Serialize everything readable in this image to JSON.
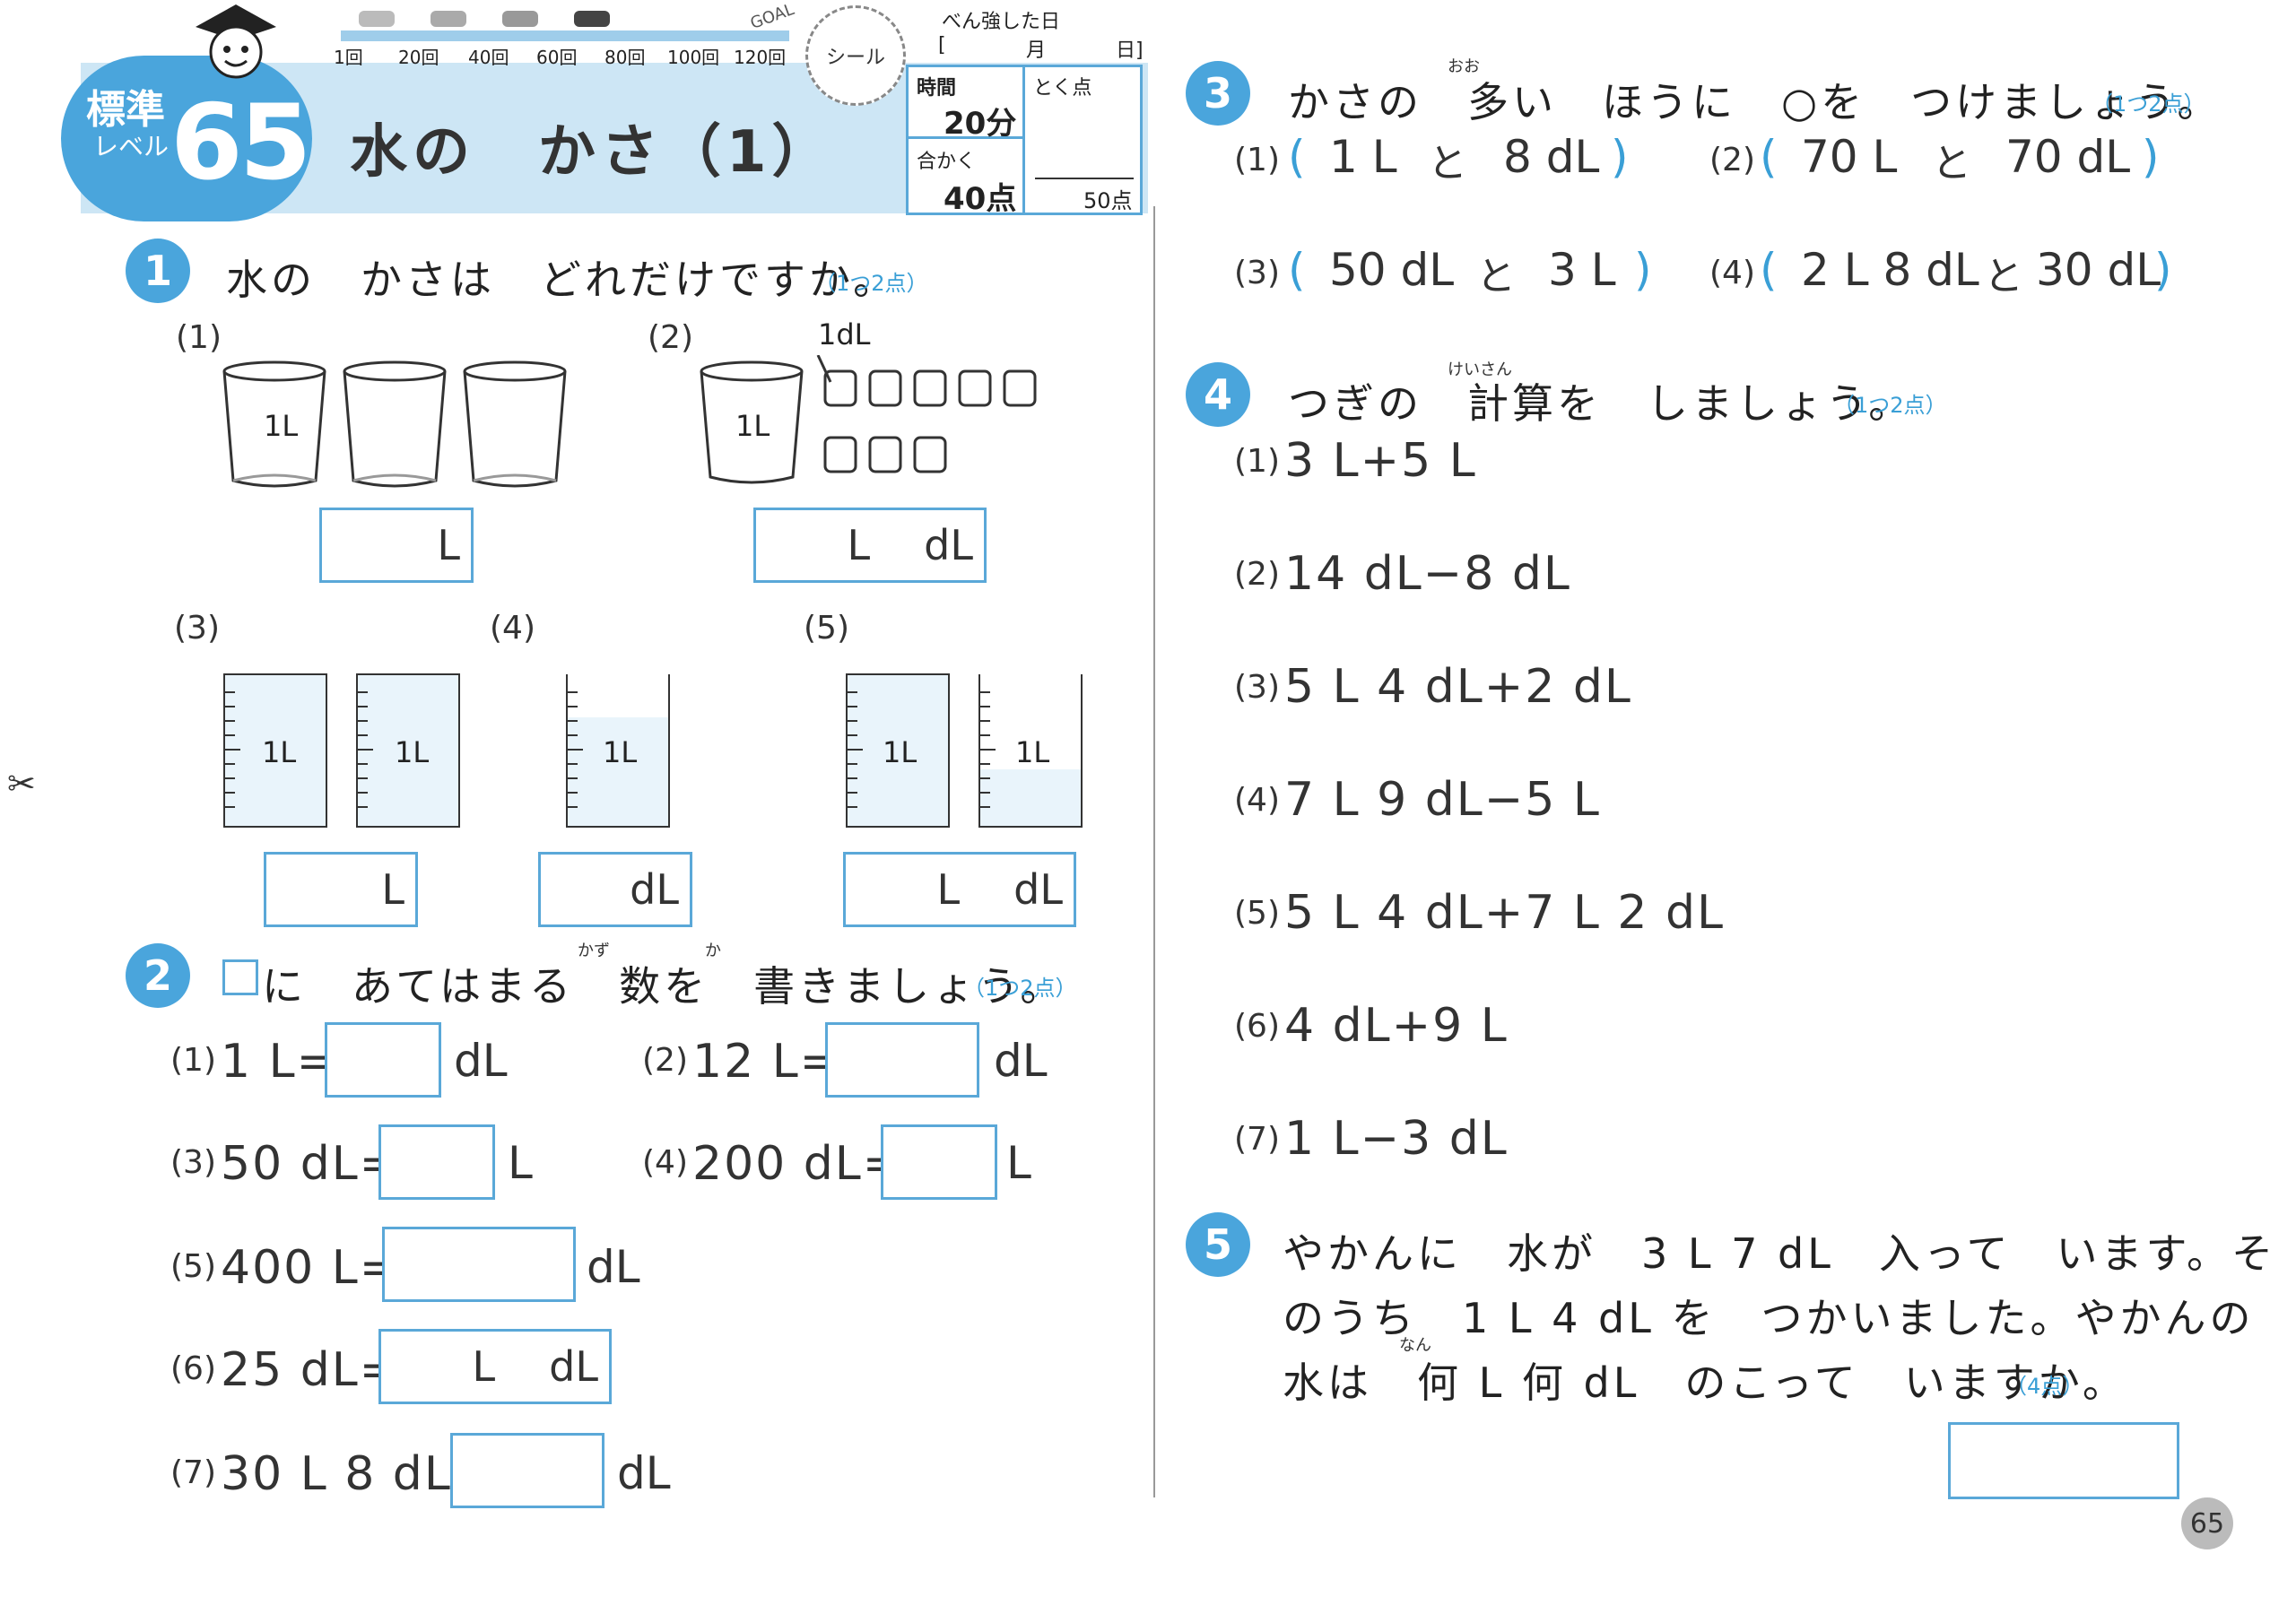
{
  "header": {
    "level_label": "標準",
    "level_sub": "レベル",
    "unit_number": "65",
    "title": "水の　かさ（1）",
    "progress_labels": [
      "1回",
      "20回",
      "40回",
      "60回",
      "80回",
      "100回",
      "120回"
    ],
    "goal_label": "GOAL",
    "sticker_label": "シール",
    "study_date_label": "べん強した日",
    "date_bracket_open": "[",
    "month_label": "月",
    "day_label": "日]",
    "time_label": "時間",
    "time_value": "20分",
    "pass_label": "合かく",
    "pass_value": "40点",
    "score_label": "とく点",
    "score_max": "50点"
  },
  "q1": {
    "num": "1",
    "text": "水の　かさは　どれだけですか。",
    "points": "（1つ2点）",
    "items": [
      {
        "label": "(1)",
        "cup_label": "1L",
        "units": [
          "L"
        ]
      },
      {
        "label": "(2)",
        "cup_label": "1L",
        "dl_label": "1dL",
        "units": [
          "L",
          "dL"
        ]
      },
      {
        "label": "(3)",
        "cup_label": "1L",
        "units": [
          "L"
        ]
      },
      {
        "label": "(4)",
        "cup_label": "1L",
        "units": [
          "dL"
        ]
      },
      {
        "label": "(5)",
        "cup_label": "1L",
        "units": [
          "L",
          "dL"
        ]
      }
    ]
  },
  "q2": {
    "num": "2",
    "text": "に　あてはまる　数を　書きましょう。",
    "ruby_kazu": "かず",
    "ruby_ka": "か",
    "points": "（1つ2点）",
    "items": [
      {
        "label": "(1)",
        "expr": "1 L=",
        "unit": "dL"
      },
      {
        "label": "(2)",
        "expr": "12 L=",
        "unit": "dL"
      },
      {
        "label": "(3)",
        "expr": "50 dL=",
        "unit": "L"
      },
      {
        "label": "(4)",
        "expr": "200 dL=",
        "unit": "L"
      },
      {
        "label": "(5)",
        "expr": "400 L=",
        "unit": "dL"
      },
      {
        "label": "(6)",
        "expr": "25 dL=",
        "unit1": "L",
        "unit2": "dL"
      },
      {
        "label": "(7)",
        "expr": "30 L 8 dL=",
        "unit": "dL"
      }
    ]
  },
  "q3": {
    "num": "3",
    "text": "かさの　多い　ほうに　○を　つけましょう。",
    "ruby_oo": "おお",
    "points": "（1つ2点）",
    "items": [
      {
        "label": "(1)",
        "a": "1 L",
        "to": "と",
        "b": "8 dL"
      },
      {
        "label": "(2)",
        "a": "70 L",
        "to": "と",
        "b": "70 dL"
      },
      {
        "label": "(3)",
        "a": "50 dL",
        "to": "と",
        "b": "3 L"
      },
      {
        "label": "(4)",
        "a": "2 L 8 dL",
        "to": "と",
        "b": "30 dL"
      }
    ]
  },
  "q4": {
    "num": "4",
    "text": "つぎの　計算を　しましょう。",
    "ruby_keisan": "けいさん",
    "points": "（1つ2点）",
    "items": [
      {
        "label": "(1)",
        "expr": "3 L+5 L"
      },
      {
        "label": "(2)",
        "expr": "14 dL−8 dL"
      },
      {
        "label": "(3)",
        "expr": "5 L 4 dL+2 dL"
      },
      {
        "label": "(4)",
        "expr": "7 L 9 dL−5 L"
      },
      {
        "label": "(5)",
        "expr": "5 L 4 dL+7 L 2 dL"
      },
      {
        "label": "(6)",
        "expr": "4 dL+9 L"
      },
      {
        "label": "(7)",
        "expr": "1 L−3 dL"
      }
    ]
  },
  "q5": {
    "num": "5",
    "line1": "やかんに　水が　3 L 7 dL　入って　います。そ",
    "line2": "のうち　1 L 4 dL を　つかいました。やかんの",
    "line3": "水は　何 L 何 dL　のこって　いますか。",
    "ruby_nan": "なん",
    "points": "（4点）"
  },
  "footer": {
    "page_number": "65",
    "scissors": "✂"
  }
}
